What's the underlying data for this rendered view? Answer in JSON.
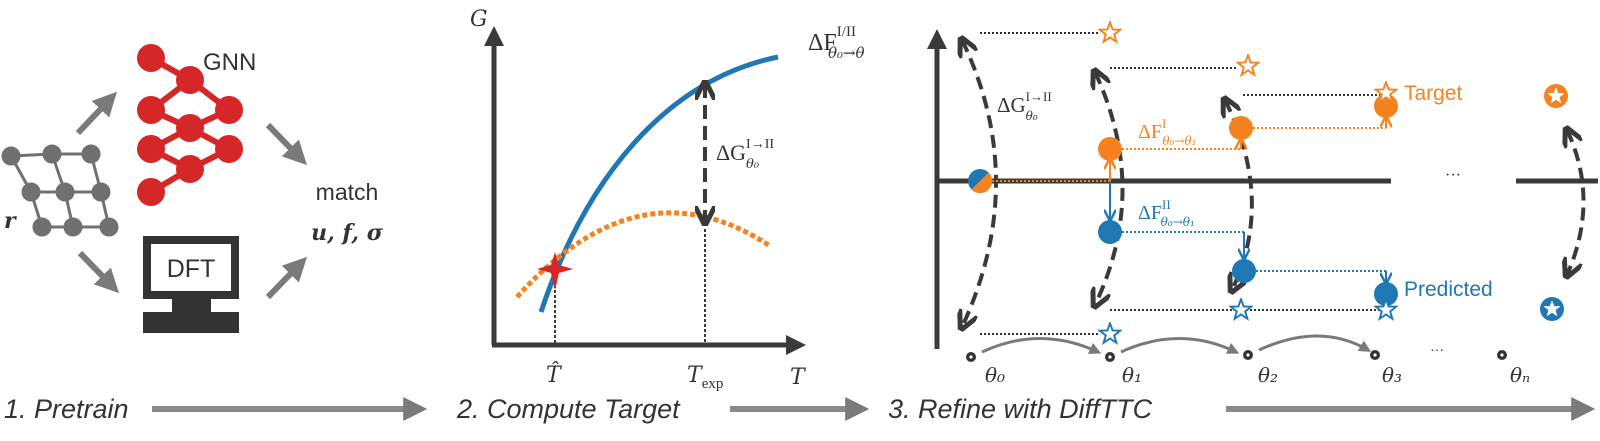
{
  "panel1": {
    "caption": "1. Pretrain",
    "input_label": "r",
    "gnn_label": "GNN",
    "dft_label": "DFT",
    "match_label": "match",
    "match_targets": "u,  f,  σ"
  },
  "panel2": {
    "caption": "2. Compute Target",
    "y_axis_label": "G",
    "x_axis_label": "T",
    "t_hat_label": "T̂",
    "t_exp_label": "T",
    "t_exp_sub": "exp",
    "delta_g": {
      "main": "ΔG",
      "sup": "I→II",
      "sub": "θ₀"
    }
  },
  "panel3": {
    "caption": "3. Refine with DiffTTC",
    "y_axis": {
      "main": "ΔF",
      "sup": "I/II",
      "sub": "θ₀→θ"
    },
    "delta_g": {
      "main": "ΔG",
      "sup": "I→II",
      "sub": "θ₀"
    },
    "delta_f1": {
      "main": "ΔF",
      "sup": "I",
      "sub": "θ₀→θ₁"
    },
    "delta_f2": {
      "main": "ΔF",
      "sup": "II",
      "sub": "θ₀→θ₁"
    },
    "target_label": "Target",
    "predicted_label": "Predicted",
    "ellipsis": "···",
    "thetas": [
      "θ₀",
      "θ₁",
      "θ₂",
      "θ₃",
      "θₙ"
    ]
  },
  "colors": {
    "orange": "#f5821f",
    "blue": "#1f77b4",
    "red": "#d62728",
    "dark": "#3a3a3a",
    "gray": "#808080"
  }
}
